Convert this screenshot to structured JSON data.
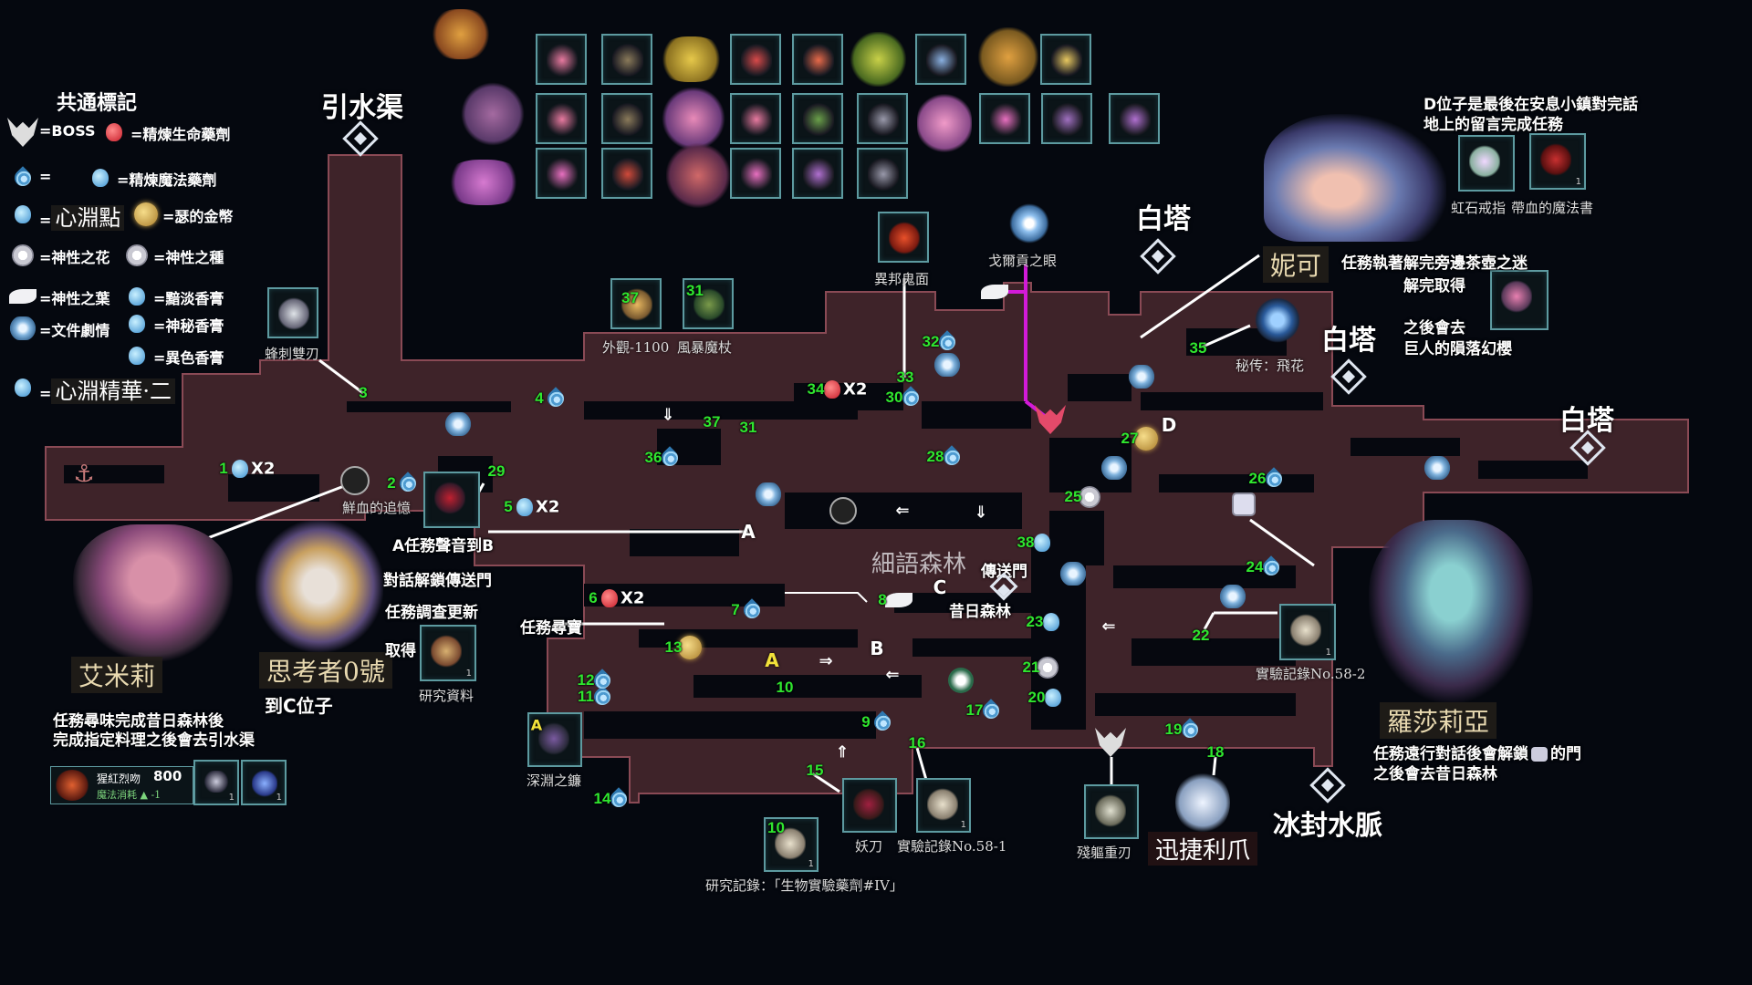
{
  "legend": {
    "title": "共通標記",
    "items": [
      {
        "icon": "boss-icon",
        "label": "=BOSS"
      },
      {
        "icon": "refined-life-potion-icon",
        "label": "=精煉生命藥劑"
      },
      {
        "icon": "mind-droplet-icon",
        "label": "="
      },
      {
        "icon": "refined-magic-potion-icon",
        "label": "=精煉魔法藥劑"
      },
      {
        "icon": "abyss-point-icon",
        "label": "=",
        "label_big": "心淵點"
      },
      {
        "icon": "gold-coin-icon",
        "label": "=瑟的金幣"
      },
      {
        "icon": "divine-flower-icon",
        "label": "=神性之花"
      },
      {
        "icon": "divine-seed-icon",
        "label": "=神性之種"
      },
      {
        "icon": "divine-leaf-icon",
        "label": "=神性之葉"
      },
      {
        "icon": "dim-incense-icon",
        "label": "=黯淡香膏"
      },
      {
        "icon": "document-story-icon",
        "label": "=文件劇情"
      },
      {
        "icon": "mysterious-incense-icon",
        "label": "=神秘香膏"
      },
      {
        "icon": "exotic-incense-icon",
        "label": "=異色香膏"
      },
      {
        "icon": "abyss-essence-icon",
        "label": "=",
        "label_big": "心淵精華·二"
      }
    ]
  },
  "areas": {
    "aqueduct": "引水渠",
    "white_tower": "白塔",
    "frozen_vein": "冰封水脈",
    "whisper_forest": "細語森林",
    "portal": "傳送門",
    "old_forest": "昔日森林"
  },
  "items": {
    "bee_blades": "蜂刺雙刃",
    "skin_1100": "外觀-1100",
    "storm_staff": "風暴魔杖",
    "foreign_mask": "異邦鬼面",
    "gorgon_eye": "戈爾貢之眼",
    "secret_flower": "秘传：飛花",
    "blood_memory": "鮮血的追憶",
    "research_data": "研究資料",
    "abyss_scythe": "深淵之鐮",
    "demon_blade": "妖刀",
    "exp_record_1": "實驗記錄No.58-1",
    "research_record": "研究記錄：「生物實驗藥劑#IV」",
    "broken_blade": "殘軀重刃",
    "swift_claw": "迅捷利爪",
    "exp_record_2": "實驗記錄No.58-2",
    "rainbow_ring": "虹石戒指",
    "bloody_book": "帶血的魔法書",
    "qty_one": "1"
  },
  "characters": {
    "emily": "艾米莉",
    "thinker": "思考者0號",
    "nico": "妮可",
    "rosalia": "羅莎莉亞"
  },
  "notes": {
    "emily_1": "任務尋味完成昔日森林後",
    "emily_2": "完成指定料理之後會去引水渠",
    "thinker_1": "A任務聲音到B",
    "thinker_2": "對話解鎖傳送門",
    "thinker_3": "任務調查更新",
    "thinker_4": "取得",
    "thinker_5": "到C位子",
    "treasure": "任務尋寶",
    "d_pos_1": "D位子是最後在安息小鎮對完話",
    "d_pos_2": "地上的留言完成任務",
    "nico_1": "任務執著解完旁邊茶壺之迷",
    "nico_2": "解完取得",
    "nico_3": "之後會去",
    "nico_4": "巨人的隕落幻櫻",
    "rosalia_1": "任務遠行對話後會解鎖",
    "rosalia_1b": "的門",
    "rosalia_2": "之後會去昔日森林"
  },
  "skill_bar": {
    "name": "猩紅烈吻",
    "value": "800",
    "cost": "魔法消耗 ▲ -1",
    "slot_qty_1": "1",
    "slot_qty_2": "1"
  },
  "markers": [
    {
      "n": "1",
      "icon": "magic-potion",
      "extra": "X2"
    },
    {
      "n": "2",
      "icon": "drop"
    },
    {
      "n": "3",
      "icon": ""
    },
    {
      "n": "4",
      "icon": "drop"
    },
    {
      "n": "5",
      "icon": "magic-potion",
      "extra": "X2"
    },
    {
      "n": "6",
      "icon": "life-potion",
      "extra": "X2"
    },
    {
      "n": "7",
      "icon": "drop"
    },
    {
      "n": "8",
      "icon": "leaf"
    },
    {
      "n": "9",
      "icon": "drop"
    },
    {
      "n": "10",
      "icon": ""
    },
    {
      "n": "11",
      "icon": "drop"
    },
    {
      "n": "12",
      "icon": "drop"
    },
    {
      "n": "13",
      "icon": "coin"
    },
    {
      "n": "14",
      "icon": "drop"
    },
    {
      "n": "15",
      "icon": ""
    },
    {
      "n": "16",
      "icon": ""
    },
    {
      "n": "17",
      "icon": "drop"
    },
    {
      "n": "18",
      "icon": ""
    },
    {
      "n": "19",
      "icon": "drop"
    },
    {
      "n": "20",
      "icon": "mysterious-incense"
    },
    {
      "n": "21",
      "icon": "flower"
    },
    {
      "n": "22",
      "icon": ""
    },
    {
      "n": "23",
      "icon": "dim-incense"
    },
    {
      "n": "24",
      "icon": "drop"
    },
    {
      "n": "25",
      "icon": "seed"
    },
    {
      "n": "26",
      "icon": "drop"
    },
    {
      "n": "27",
      "icon": "coin"
    },
    {
      "n": "28",
      "icon": "drop"
    },
    {
      "n": "29",
      "icon": ""
    },
    {
      "n": "30",
      "icon": "drop"
    },
    {
      "n": "31",
      "icon": ""
    },
    {
      "n": "32",
      "icon": "drop"
    },
    {
      "n": "33",
      "icon": ""
    },
    {
      "n": "34",
      "icon": "life-potion",
      "extra": "X2"
    },
    {
      "n": "35",
      "icon": ""
    },
    {
      "n": "36",
      "icon": "drop"
    },
    {
      "n": "37",
      "icon": ""
    },
    {
      "n": "38",
      "icon": "exotic-incense"
    }
  ],
  "box_numbers": {
    "skin": "37",
    "staff": "31",
    "record": "10"
  },
  "letters": {
    "a": "A",
    "b": "B",
    "c": "C",
    "d": "D"
  },
  "colors": {
    "map_fill": "#3e2329",
    "map_stroke": "#8a4a55",
    "number": "#2fe62f",
    "accent_line": "#d21ad8",
    "background": "#05080f"
  }
}
